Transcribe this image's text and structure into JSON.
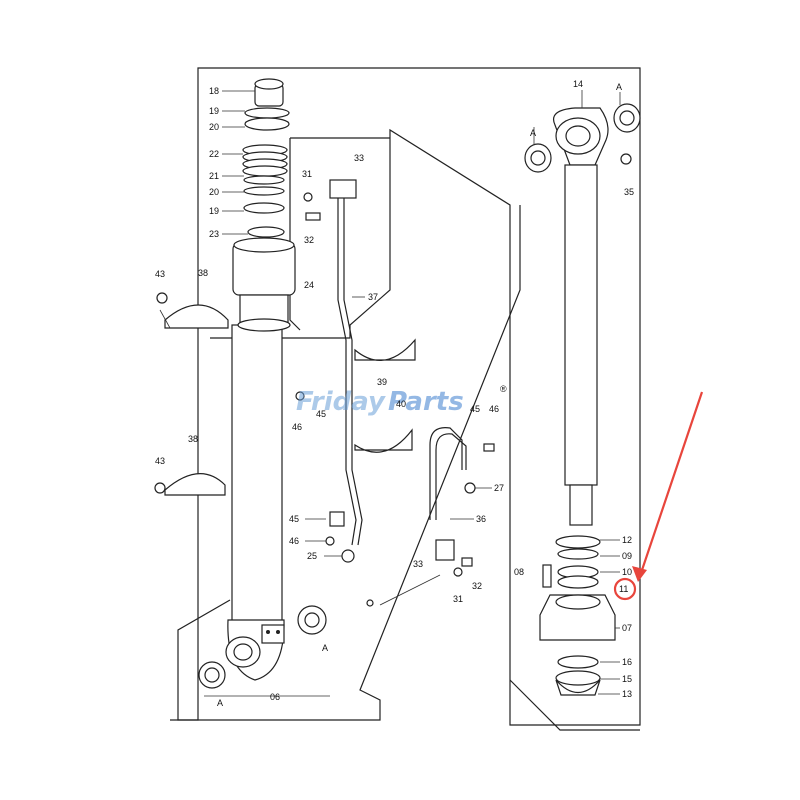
{
  "watermark": {
    "brand_a": "Friday",
    "brand_b": "Parts",
    "mark": "®",
    "color_a": "#6a9fd8",
    "color_b": "#3d7fcf"
  },
  "highlight": {
    "color": "#e8453c",
    "label": "11"
  },
  "labels": {
    "p18": "18",
    "p19a": "19",
    "p20a": "20",
    "p22": "22",
    "p21": "21",
    "p20b": "20",
    "p19b": "19",
    "p23": "23",
    "p31a": "31",
    "p33a": "33",
    "p32a": "32",
    "p24": "24",
    "p37": "37",
    "p43a": "43",
    "p38a": "38",
    "p39": "39",
    "p45a": "45",
    "p46a": "46",
    "p40": "40",
    "p45b": "45",
    "p46b": "46",
    "p38b": "38",
    "p43b": "43",
    "p27": "27",
    "p36": "36",
    "p45c": "45",
    "p46c": "46",
    "p25": "25",
    "p33b": "33",
    "p31b": "31",
    "p32b": "32",
    "p06": "06",
    "pAa": "A",
    "pAb": "A",
    "p14": "14",
    "pAc": "A",
    "pAd": "A",
    "p35": "35",
    "p12": "12",
    "p09": "09",
    "p10": "10",
    "p08": "08",
    "p11": "11",
    "p07": "07",
    "p16": "16",
    "p15": "15",
    "p13": "13"
  }
}
